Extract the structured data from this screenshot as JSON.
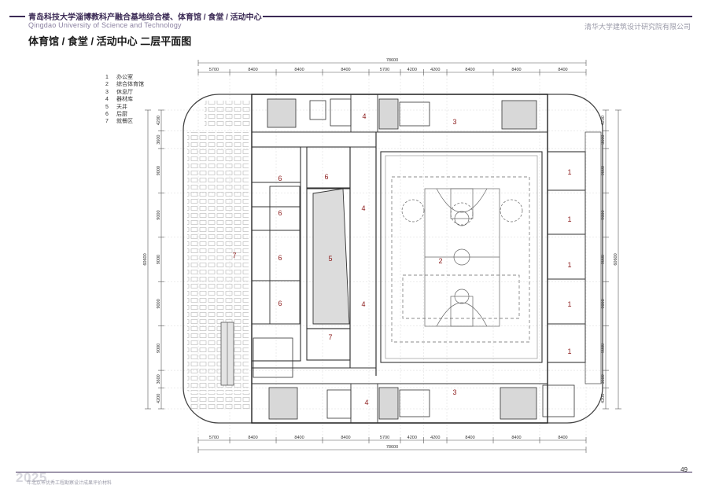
{
  "header": {
    "project_title": "青岛科技大学淄博教科产融合基地综合楼、体育馆 / 食堂 / 活动中心",
    "english_name": "Qingdao University of Science and Technology",
    "organization": "清华大学建筑设计研究院有限公司"
  },
  "page_title": "体育馆 / 食堂 / 活动中心 二层平面图",
  "legend": [
    {
      "num": "1",
      "label": "办公室"
    },
    {
      "num": "2",
      "label": "综合体育馆"
    },
    {
      "num": "3",
      "label": "休息厅"
    },
    {
      "num": "4",
      "label": "器材库"
    },
    {
      "num": "5",
      "label": "天井"
    },
    {
      "num": "6",
      "label": "后厨"
    },
    {
      "num": "7",
      "label": "就餐区"
    }
  ],
  "dimensions": {
    "top_total": "78600",
    "top_bays": [
      "5700",
      "8400",
      "8400",
      "8400",
      "5700",
      "4200",
      "4200",
      "8400",
      "8400",
      "8400"
    ],
    "bottom_total": "78600",
    "bottom_bays": [
      "5700",
      "8400",
      "8400",
      "8400",
      "5700",
      "4200",
      "4200",
      "8400",
      "8400",
      "8400"
    ],
    "left_total": "60600",
    "left_bays": [
      "4200",
      "3600",
      "9000",
      "9000",
      "9000",
      "9000",
      "9000",
      "3600",
      "4200"
    ],
    "right_total": "60600",
    "right_bays": [
      "4200",
      "3600",
      "9000",
      "9000",
      "9000",
      "9000",
      "9000",
      "3600",
      "4200"
    ]
  },
  "room_labels": {
    "office": "1",
    "gym": "2",
    "lounge": "3",
    "equipment": "4",
    "atrium": "5",
    "kitchen": "6",
    "dining": "7"
  },
  "footer": {
    "year": "2025",
    "subtitle": "年北京市优秀工程勘察设计成果评价材料",
    "page": "49"
  },
  "colors": {
    "accent": "#3b2a55",
    "room_label": "#8b1a1a"
  }
}
